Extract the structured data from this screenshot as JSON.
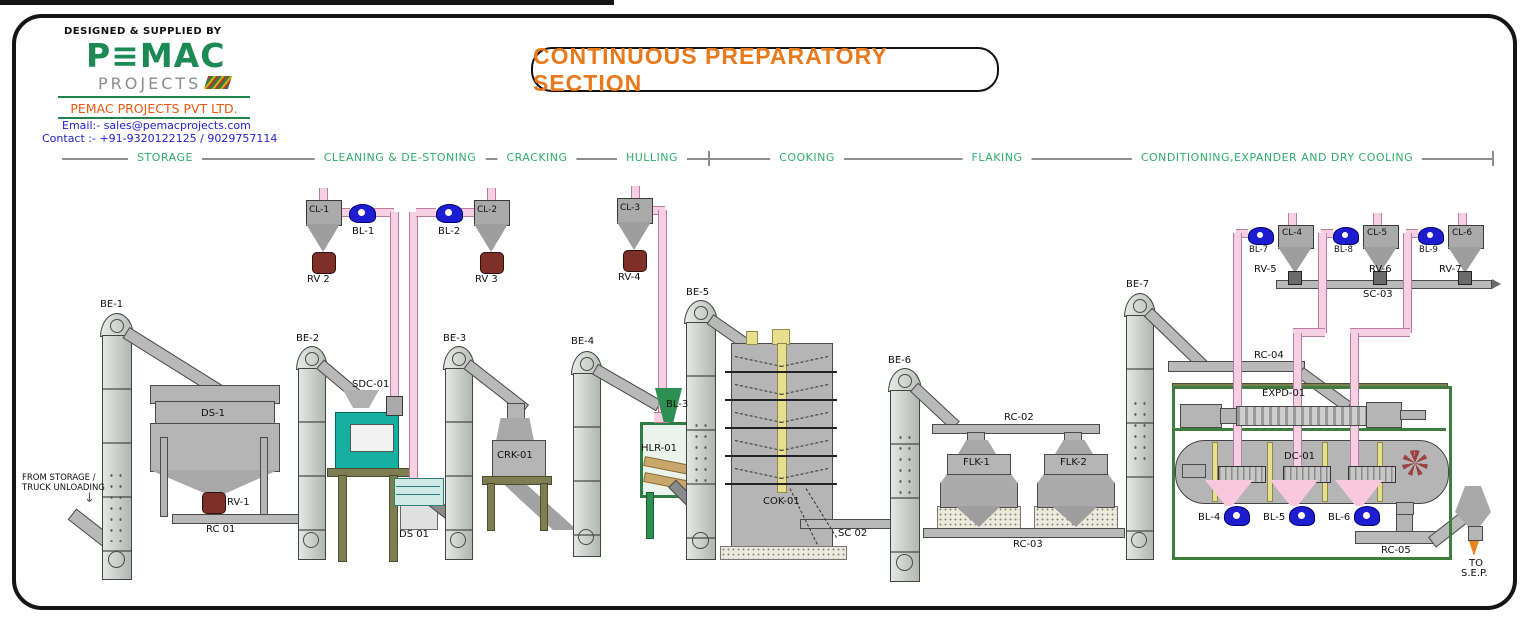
{
  "branding": {
    "supplied_by": "DESIGNED & SUPPLIED BY",
    "logo_text": "P≡MAC",
    "logo_sub": "PROJECTS",
    "company": "PEMAC PROJECTS PVT LTD.",
    "email": "Email:- sales@pemacprojects.com",
    "contact": "Contact :- +91-9320122125 / 9029757114"
  },
  "title": "CONTINUOUS PREPARATORY SECTION",
  "sections": {
    "storage": "STORAGE",
    "cleaning": "CLEANING & DE-STONING",
    "cracking": "CRACKING",
    "hulling": "HULLING",
    "cooking": "COOKING",
    "flaking": "FLAKING",
    "conditioning": "CONDITIONING,EXPANDER AND DRY COOLING"
  },
  "equipment": {
    "be1": "BE-1",
    "ds1": "DS-1",
    "rv1": "RV-1",
    "rc01": "RC 01",
    "cl1": "CL-1",
    "bl1": "BL-1",
    "rv2": "RV 2",
    "be2": "BE-2",
    "sdc01": "SDC-01",
    "bl2": "BL-2",
    "cl2": "CL-2",
    "rv3": "RV 3",
    "ds01": "DS 01",
    "be3": "BE-3",
    "crk01": "CRK-01",
    "be4": "BE-4",
    "cl3": "CL-3",
    "rv4": "RV-4",
    "bl3": "BL-3",
    "hlr01": "HLR-01",
    "be5": "BE-5",
    "cok01": "COK-01",
    "sc02": "SC 02",
    "be6": "BE-6",
    "rc02": "RC-02",
    "flk1": "FLK-1",
    "flk2": "FLK-2",
    "rc03": "RC-03",
    "be7": "BE-7",
    "bl7": "BL-7",
    "cl4": "CL-4",
    "rv5": "RV-5",
    "bl8": "BL-8",
    "cl5": "CL-5",
    "rv6": "RV-6",
    "bl9": "BL-9",
    "cl6": "CL-6",
    "rv7": "RV-7",
    "sc03": "SC-03",
    "rc04": "RC-04",
    "expd01": "EXPD-01",
    "dc01": "DC-01",
    "bl4": "BL-4",
    "bl5": "BL-5",
    "bl6": "BL-6",
    "rc05": "RC-05"
  },
  "annotations": {
    "from_storage_1": "FROM STORAGE /",
    "from_storage_2": "TRUCK UNLOADING",
    "to_sep_1": "TO",
    "to_sep_2": "S.E.P."
  },
  "colors": {
    "accent_orange": "#E87A1E",
    "section_green": "#2FAE69",
    "pipe_pink": "#F7CFE3",
    "blower_blue": "#1D1DCF",
    "valve_red": "#7E3028",
    "machine_teal": "#16B0A3",
    "huller_green": "#2E8F52"
  }
}
